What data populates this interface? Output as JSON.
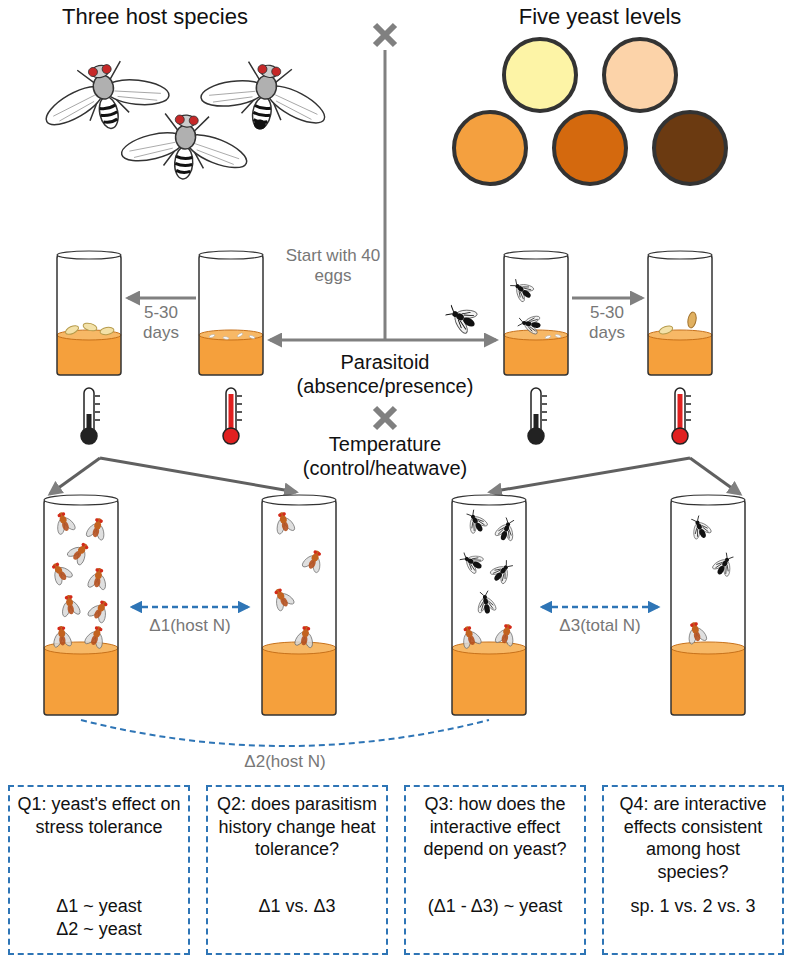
{
  "diagram": {
    "nodes": [
      {
        "text": [
          "Q1: yeast's effect on stress tolerance",
          "Δ1 ~ yeast Δ2 ~ yeast"
        ]
      },
      {
        "text": [
          "Q2: does parasitism history change heat tolerance?",
          "Δ1 vs. Δ3"
        ]
      },
      {
        "text": [
          "Q3: how does the interactive effect depend on yeast?",
          "(Δ1 - Δ3) ~ yeast"
        ]
      },
      {
        "text": [
          "Q4: are interactive effects consistent among host species?",
          "sp. 1 vs. 2 vs. 3"
        ]
      }
    ],
    "labels": [
      "Three host species",
      "Five yeast levels",
      "Start with 40 eggs",
      "5-30 days",
      "Parasitoid (absence/presence)",
      "5-30 days",
      "Temperature (control/heatwave)",
      "Δ1(host N)",
      "Δ3(total N)",
      "Δ2(host N)"
    ]
  }
}
